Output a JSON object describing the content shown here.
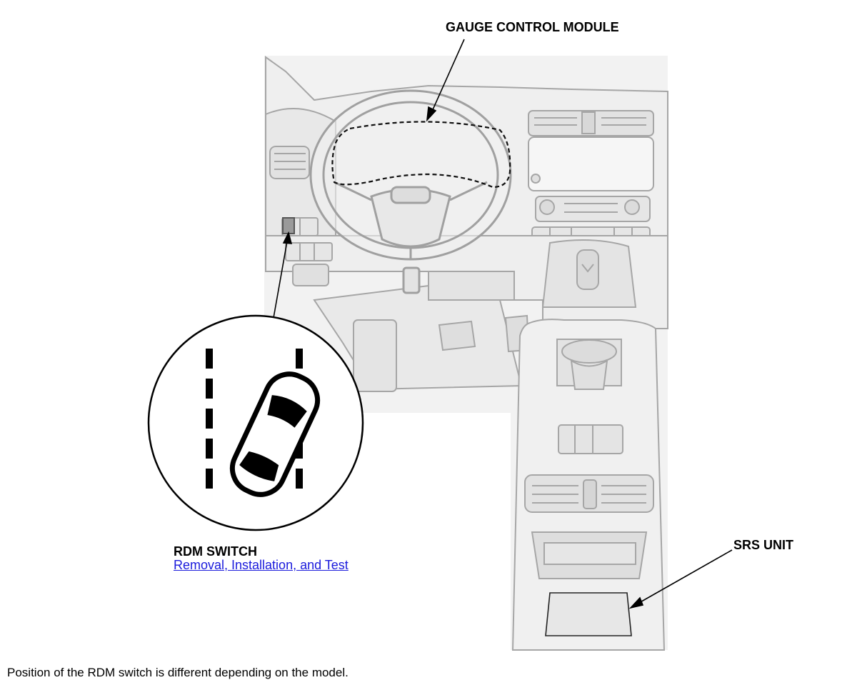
{
  "labels": {
    "gauge_control_module": "GAUGE CONTROL MODULE",
    "srs_unit": "SRS UNIT",
    "rdm_switch": "RDM SWITCH",
    "rdm_link": "Removal, Installation, and Test"
  },
  "caption": "Position of the RDM switch is different depending on the model.",
  "icons": {
    "rdm_switch_symbol": "road-departure-mitigation-icon"
  },
  "colors": {
    "link": "#1a1adc",
    "line_art": "#9a9a9a",
    "panel_fill": "#f3f3f3"
  }
}
